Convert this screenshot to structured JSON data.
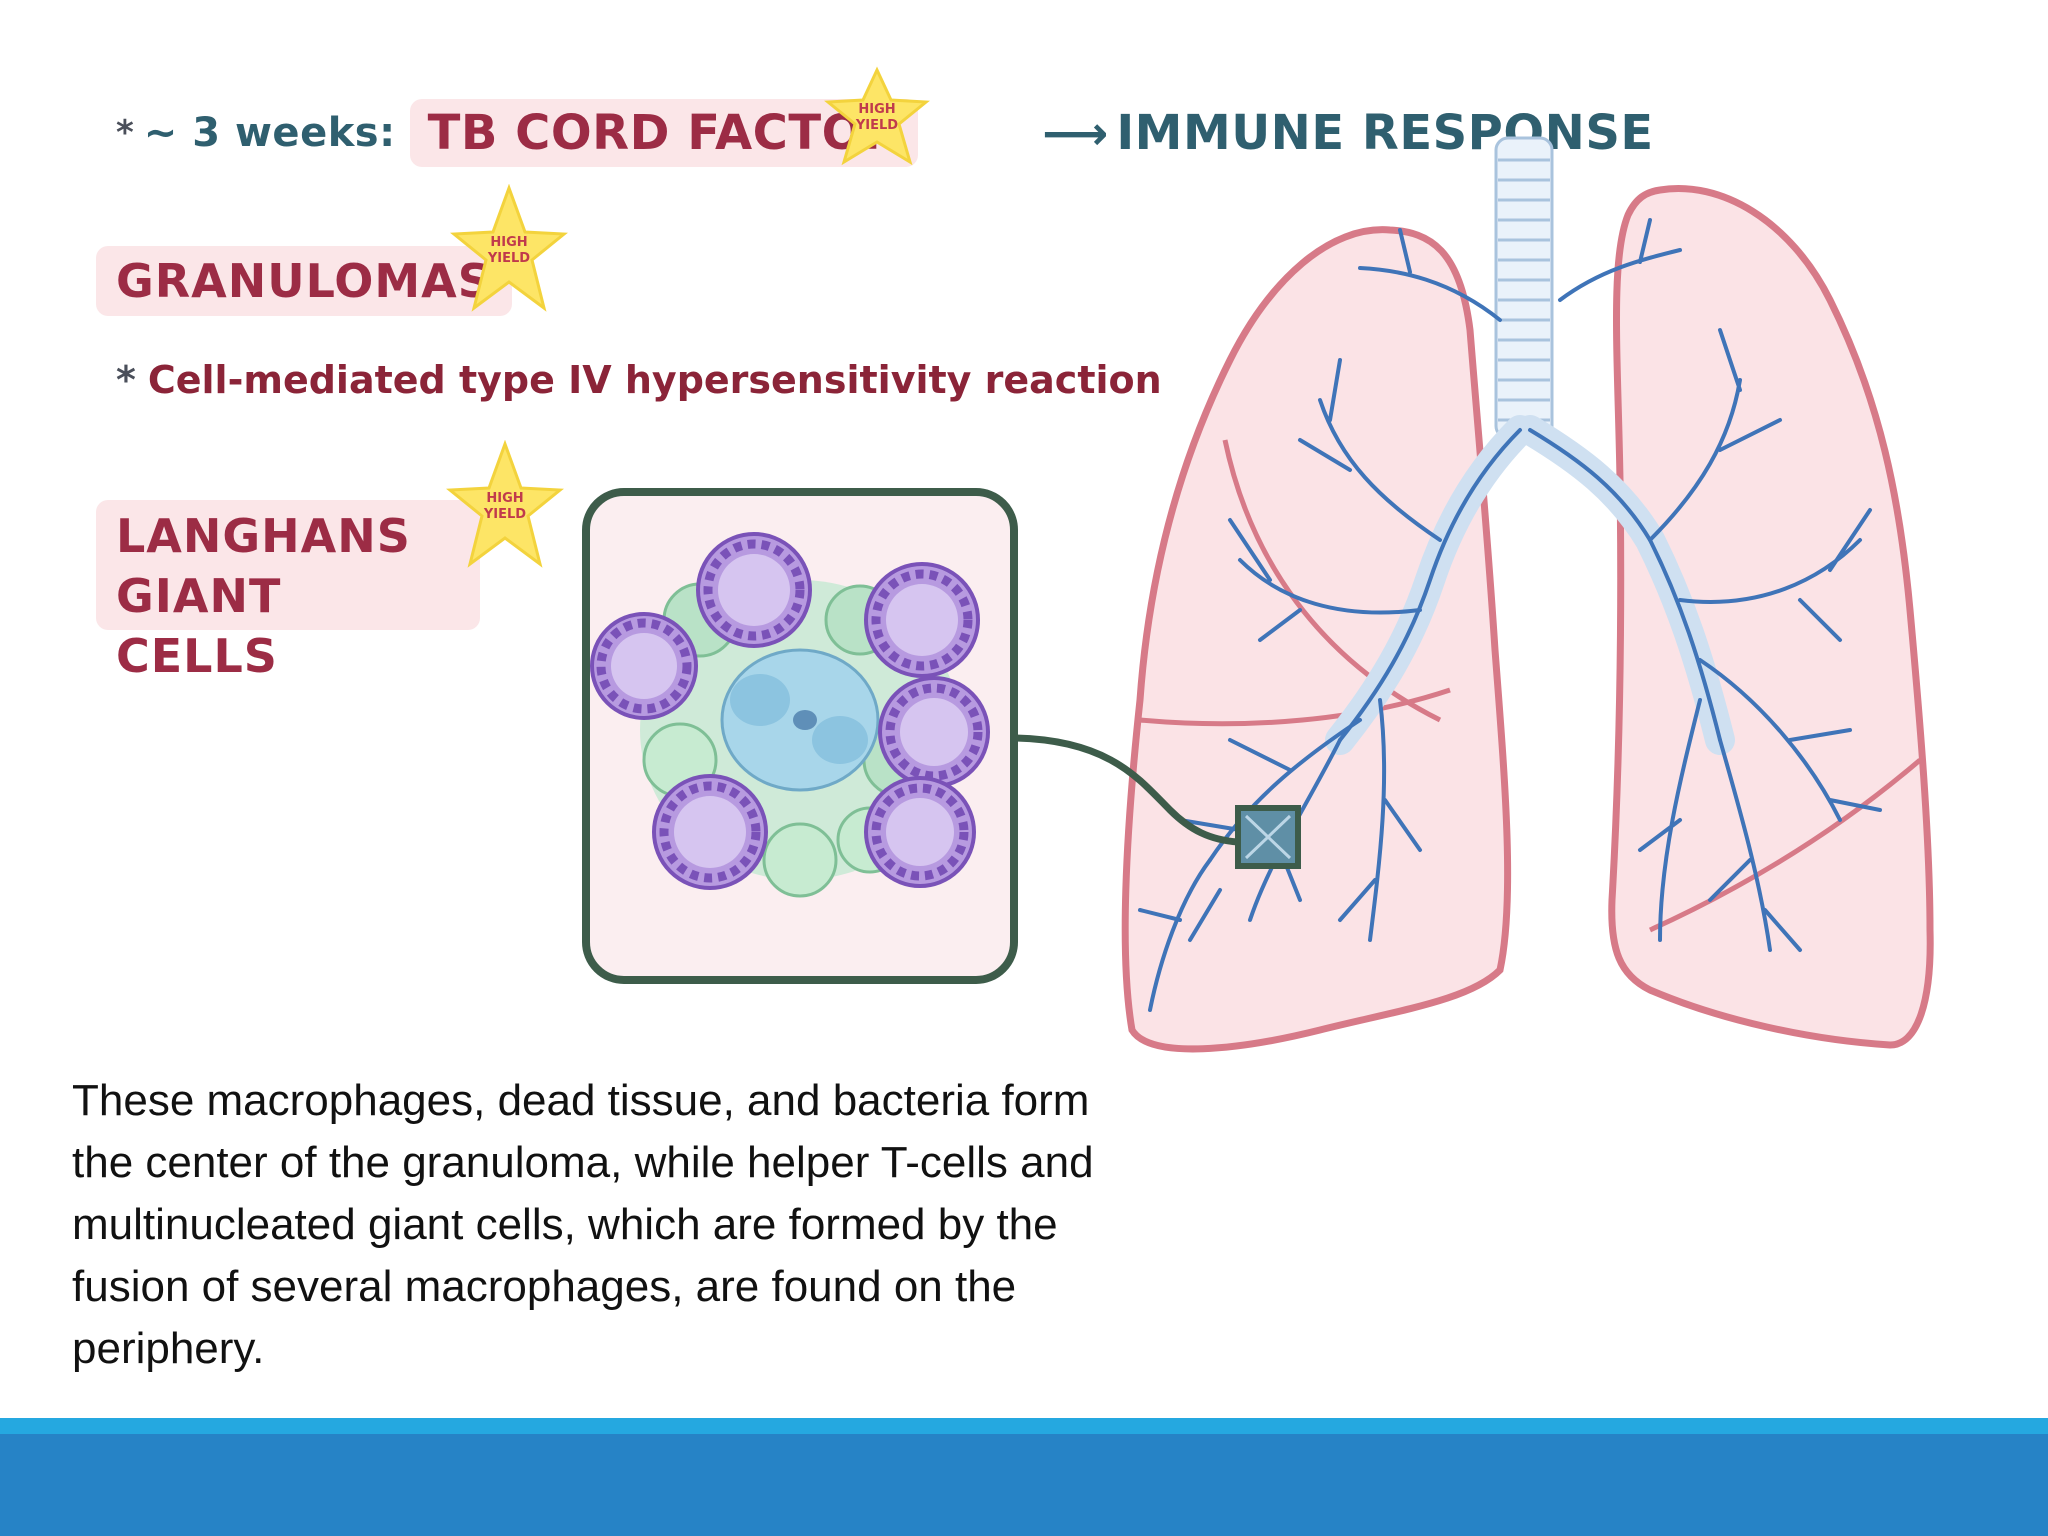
{
  "header": {
    "bullet": "*",
    "weeks": "~ 3 weeks:",
    "cord_factor": "TB CORD FACTOR",
    "arrow": "⟶",
    "immune_response": "IMMUNE RESPONSE"
  },
  "granulomas": {
    "title": "GRANULOMAS",
    "bullet": "*",
    "reaction": "Cell-mediated type IV hypersensitivity reaction"
  },
  "langhans": {
    "line1": "LANGHANS",
    "line2": "GIANT CELLS"
  },
  "badge": {
    "line1": "HIGH",
    "line2": "YIELD"
  },
  "caption": "These macrophages, dead tissue, and bacteria form the center of the granuloma, while helper T-cells and multinucleated giant cells, which are formed by the fusion of several macrophages, are found on the periphery.",
  "colors": {
    "title_red": "#9c2c45",
    "pill_pink": "#fbe6e8",
    "teal_text": "#2f5f6f",
    "star_yellow": "#fde566",
    "lung_pink": "#fbe3e6",
    "lung_outline": "#d77a88",
    "airway_blue": "#3f74b8",
    "inset_frame": "#3d5c4a",
    "giant_cell_purple": "#a98ad8",
    "footer_blue": "#2683c6",
    "footer_light": "#25a8e0"
  }
}
